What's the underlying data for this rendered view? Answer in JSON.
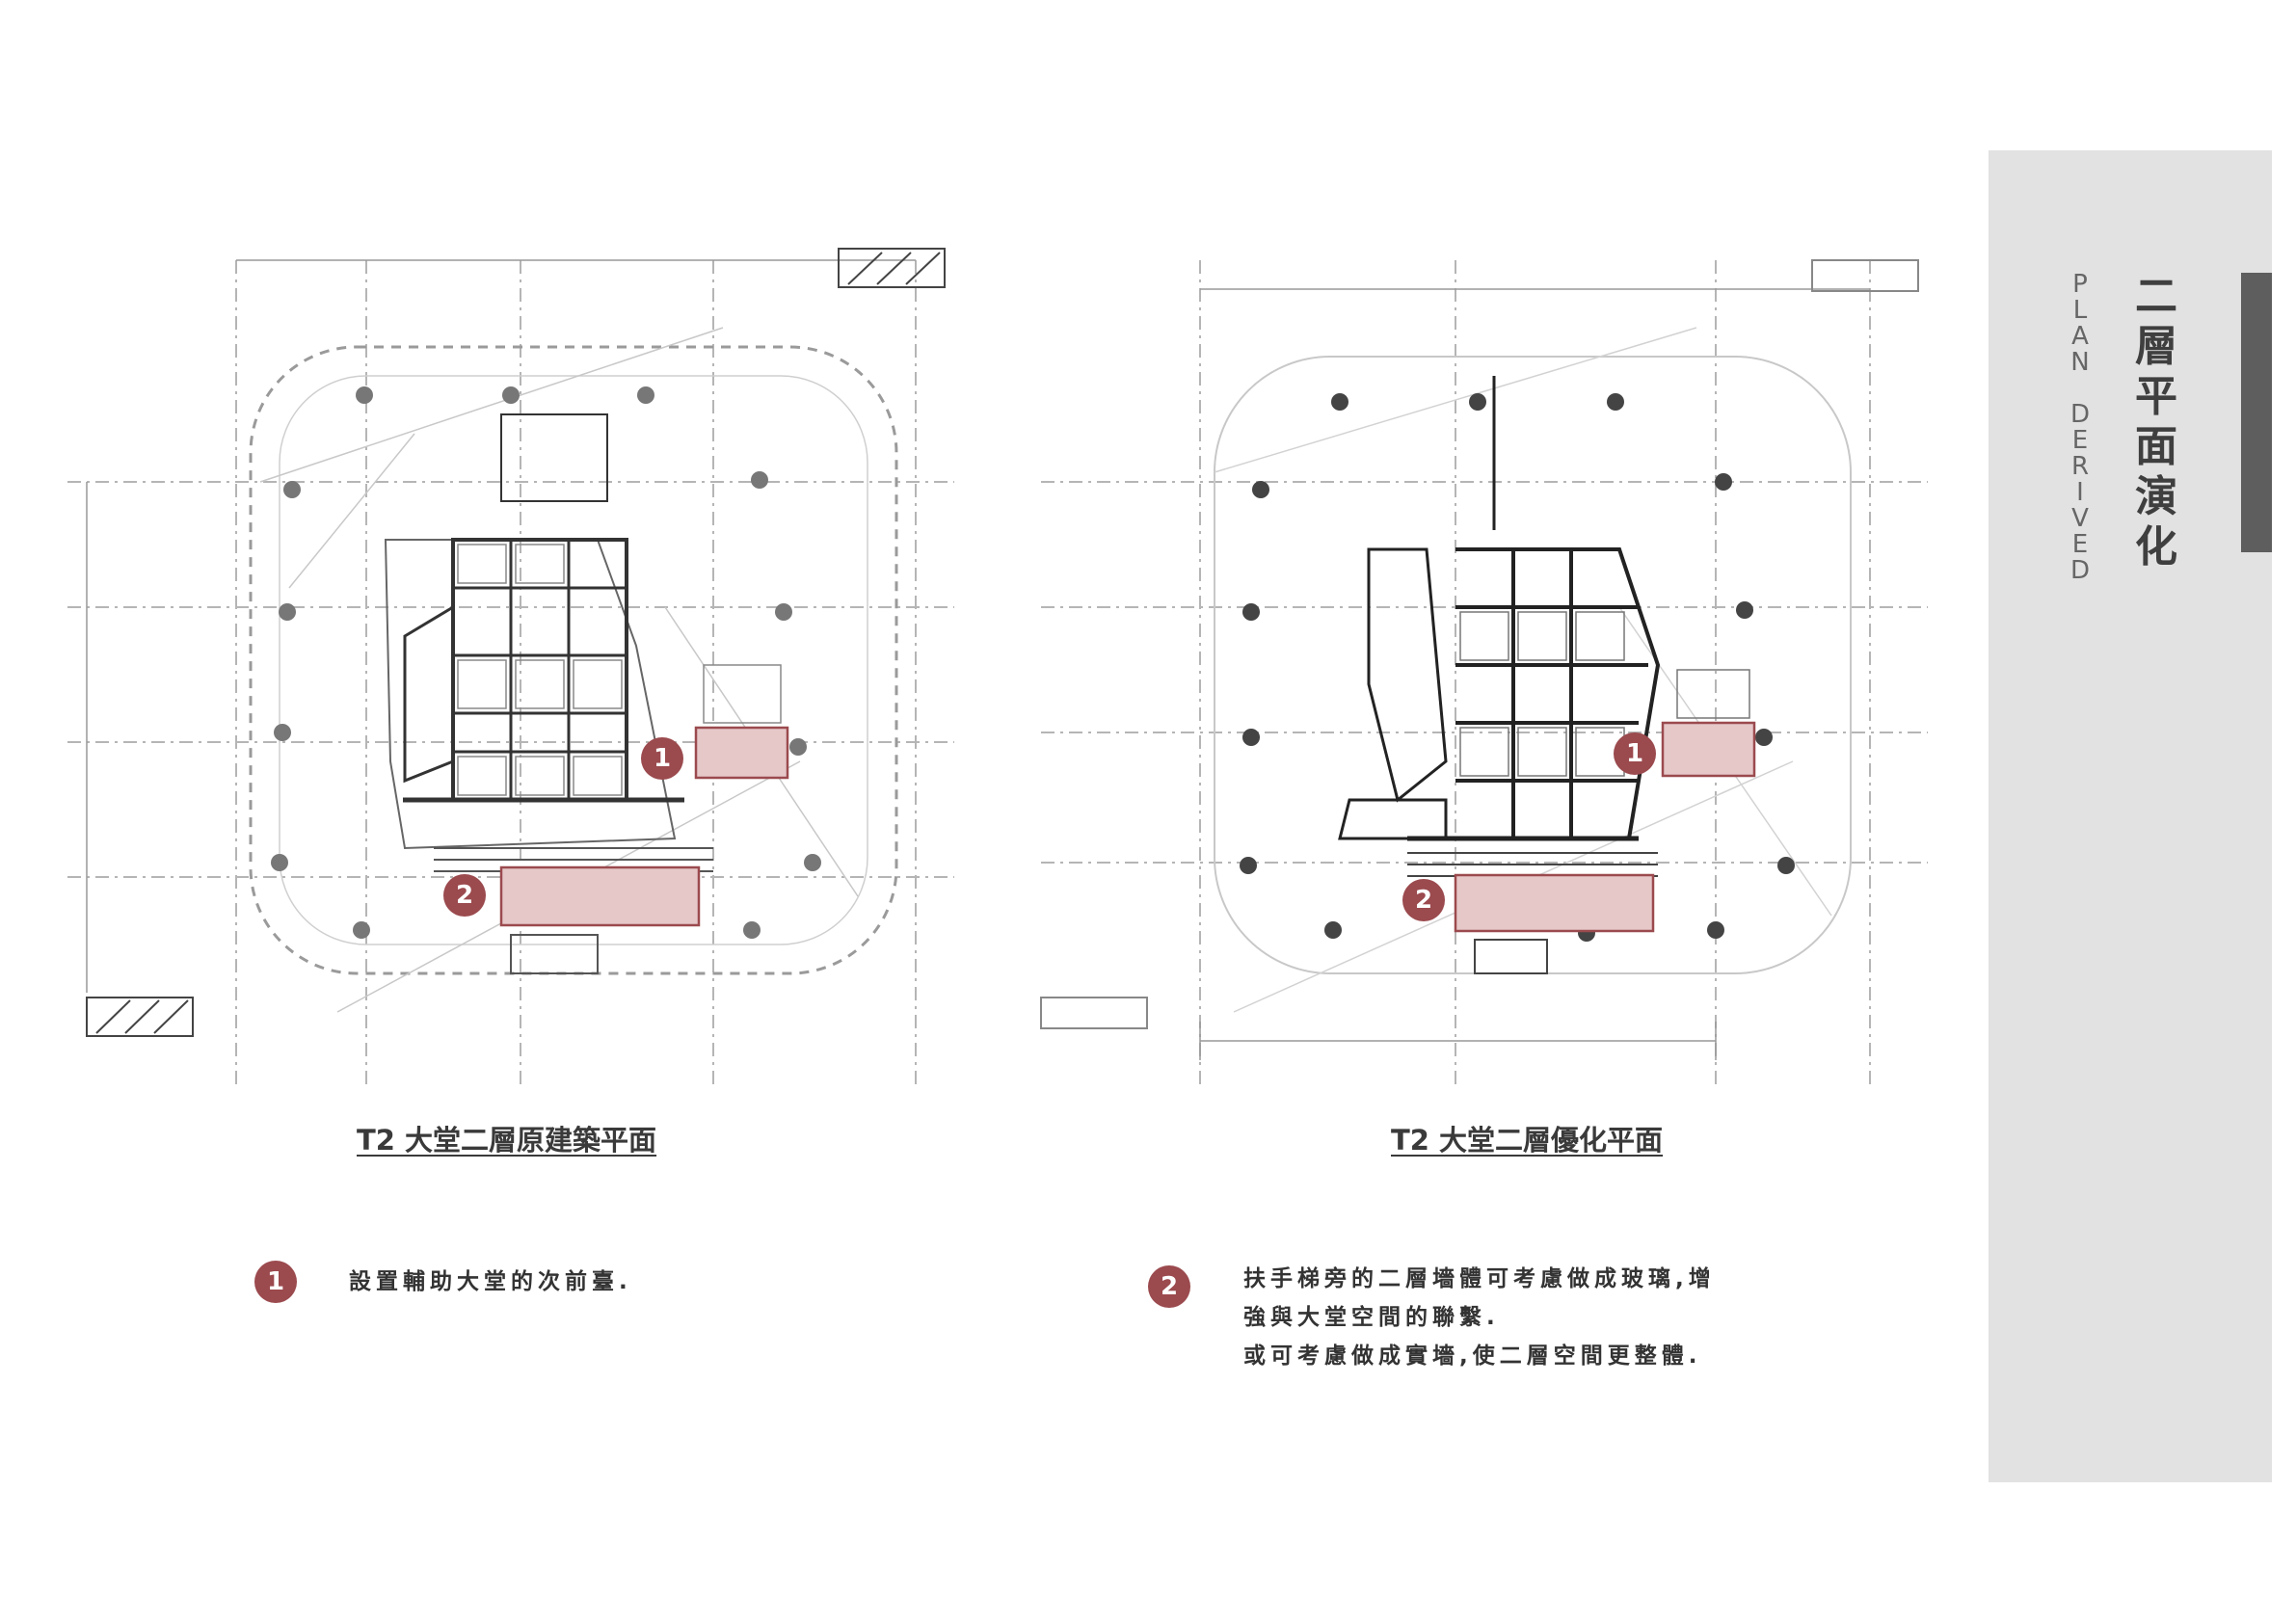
{
  "sidebar": {
    "title_zh": "二層平面演化",
    "title_en": "PLAN DERIVED"
  },
  "plans": [
    {
      "caption": "T2 大堂二層原建築平面",
      "marker_1": "1",
      "marker_2": "2"
    },
    {
      "caption": "T2 大堂二層優化平面",
      "marker_1": "1",
      "marker_2": "2"
    }
  ],
  "notes": [
    {
      "number": "1",
      "lines": [
        "設置輔助大堂的次前臺."
      ]
    },
    {
      "number": "2",
      "lines": [
        "扶手梯旁的二層墻體可考慮做成玻璃,增",
        "強與大堂空間的聯繫.",
        "或可考慮做成實墻,使二層空間更整體."
      ]
    }
  ],
  "colors": {
    "accent": "#9b4a4e",
    "highlight_fill": "#e6c8c9",
    "sidebar_bg": "#e2e2e2",
    "sidebar_accent": "#5e5e5e"
  }
}
